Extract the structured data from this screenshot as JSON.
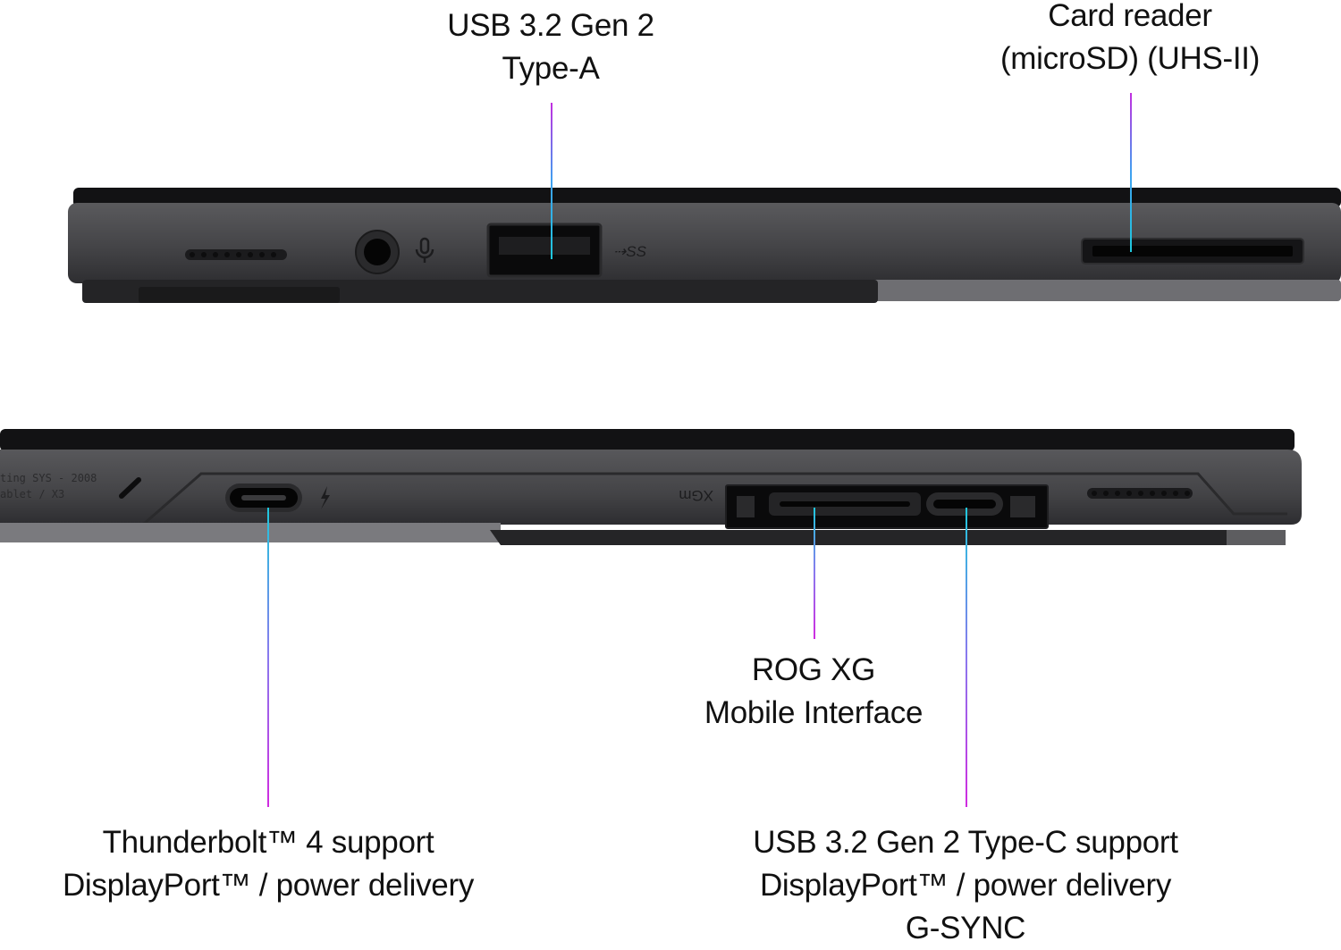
{
  "labels": {
    "usb_a": {
      "line1": "USB 3.2 Gen 2",
      "line2": "Type-A"
    },
    "card_reader": {
      "line1": "Card reader",
      "line2": "(microSD) (UHS-II)"
    },
    "rog_xg": {
      "line1": "ROG XG",
      "line2": "Mobile Interface"
    },
    "thunderbolt": {
      "line1": "Thunderbolt™ 4 support",
      "line2": "DisplayPort™ / power delivery"
    },
    "usb_c": {
      "line1": "USB 3.2 Gen 2 Type-C support",
      "line2": "DisplayPort™ / power delivery",
      "line3": "G-SYNC"
    }
  },
  "device_markings": {
    "ss_logo": "⇢SS",
    "xgm_logo": "XGm",
    "regulatory_line1": "ting SYS - 2008",
    "regulatory_line2": "ablet / X3"
  },
  "colors": {
    "chassis": "#4a4a4c",
    "chassis_dark": "#2a2a2c",
    "edge_black": "#111113",
    "port_black": "#0c0c0d",
    "leader_pink": "#c22ee0",
    "leader_cyan": "#1fc8dd"
  }
}
